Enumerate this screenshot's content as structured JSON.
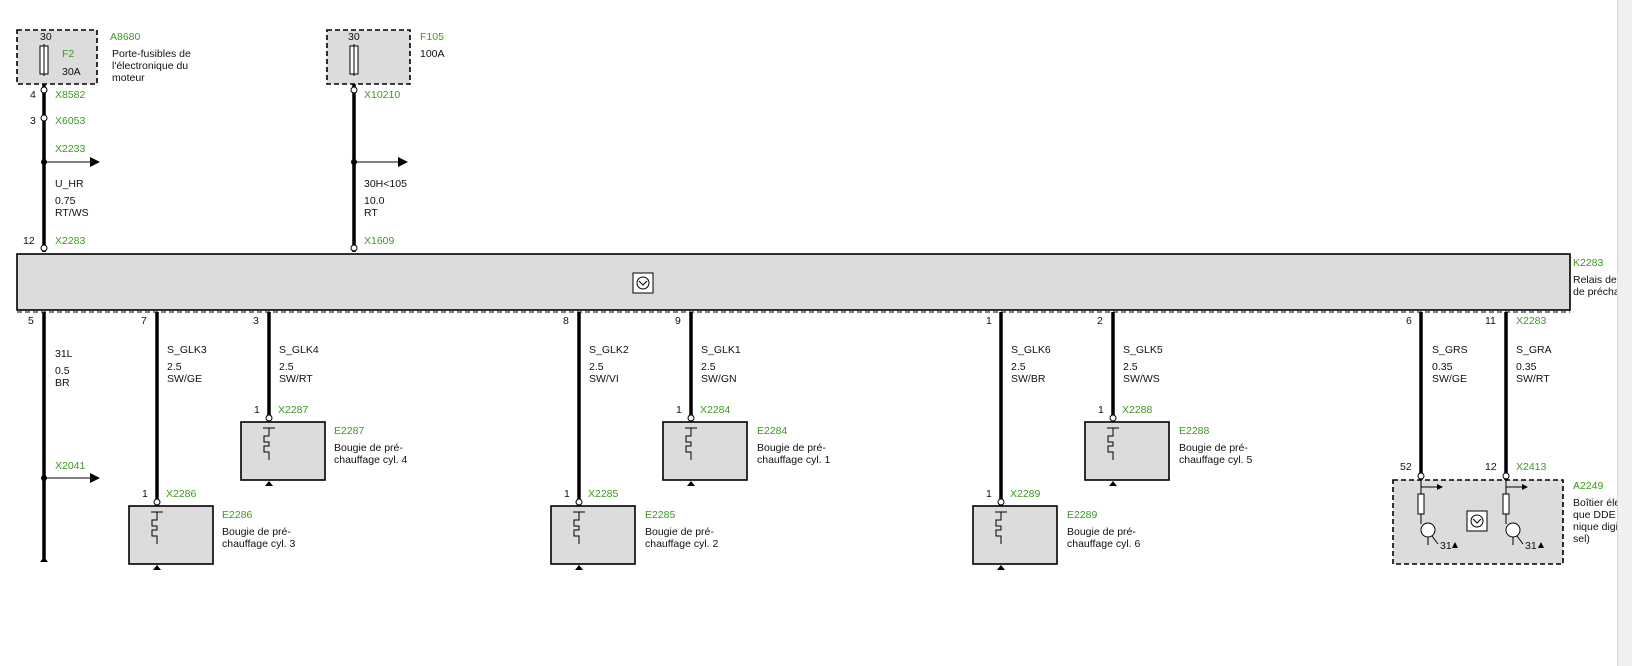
{
  "top_components": {
    "fusebox": {
      "id": "A8680",
      "pin": "30",
      "fuse_id": "F2",
      "rating": "30A",
      "desc": [
        "Porte-fusibles de",
        "l'électronique du",
        "moteur"
      ]
    },
    "main_fuse": {
      "id": "F105",
      "pin": "30",
      "rating": "100A"
    }
  },
  "left_branch": {
    "pins": [
      "4",
      "3",
      "12"
    ],
    "connectors": [
      "X8582",
      "X6053",
      "X2233",
      "X2283"
    ],
    "wire": {
      "signal": "U_HR",
      "size": "0.75",
      "color": "RT/WS"
    }
  },
  "mid_branch": {
    "connectors": [
      "X10210",
      "X1609"
    ],
    "wire": {
      "signal": "30H<105",
      "size": "10.0",
      "color": "RT"
    }
  },
  "relay": {
    "id": "K2283",
    "desc": [
      "Relais de b",
      "de préchauf"
    ]
  },
  "ground_wire": {
    "pin": "5",
    "signal": "31L",
    "size": "0.5",
    "color": "BR",
    "connector": "X2041"
  },
  "glow_plugs": [
    {
      "pin": "7",
      "signal": "S_GLK3",
      "size": "2.5",
      "color": "SW/GE",
      "conn_pin": "1",
      "connector": "X2286",
      "id": "E2286",
      "desc": [
        "Bougie de pré-",
        "chauffage cyl. 3"
      ]
    },
    {
      "pin": "3",
      "signal": "S_GLK4",
      "size": "2.5",
      "color": "SW/RT",
      "conn_pin": "1",
      "connector": "X2287",
      "id": "E2287",
      "desc": [
        "Bougie de pré-",
        "chauffage cyl. 4"
      ]
    },
    {
      "pin": "8",
      "signal": "S_GLK2",
      "size": "2.5",
      "color": "SW/VI",
      "conn_pin": "1",
      "connector": "X2285",
      "id": "E2285",
      "desc": [
        "Bougie de pré-",
        "chauffage cyl. 2"
      ]
    },
    {
      "pin": "9",
      "signal": "S_GLK1",
      "size": "2.5",
      "color": "SW/GN",
      "conn_pin": "1",
      "connector": "X2284",
      "id": "E2284",
      "desc": [
        "Bougie de pré-",
        "chauffage cyl. 1"
      ]
    },
    {
      "pin": "1",
      "signal": "S_GLK6",
      "size": "2.5",
      "color": "SW/BR",
      "conn_pin": "1",
      "connector": "X2289",
      "id": "E2289",
      "desc": [
        "Bougie de pré-",
        "chauffage cyl. 6"
      ]
    },
    {
      "pin": "2",
      "signal": "S_GLK5",
      "size": "2.5",
      "color": "SW/WS",
      "conn_pin": "1",
      "connector": "X2288",
      "id": "E2288",
      "desc": [
        "Bougie de pré-",
        "chauffage cyl. 5"
      ]
    }
  ],
  "dde_lines": [
    {
      "pin": "6",
      "signal": "S_GRS",
      "size": "0.35",
      "color": "SW/GE",
      "ecu_pin": "52"
    },
    {
      "pin": "11",
      "signal": "S_GRA",
      "size": "0.35",
      "color": "SW/RT",
      "ecu_pin": "12"
    }
  ],
  "dde_connectors": {
    "relay_side": "X2283",
    "ecu_side": "X2413"
  },
  "ecu": {
    "id": "A2249",
    "ground_label": "31",
    "desc": [
      "Boîtier élec",
      "que DDE (é",
      "nique digita",
      "sel)"
    ]
  }
}
